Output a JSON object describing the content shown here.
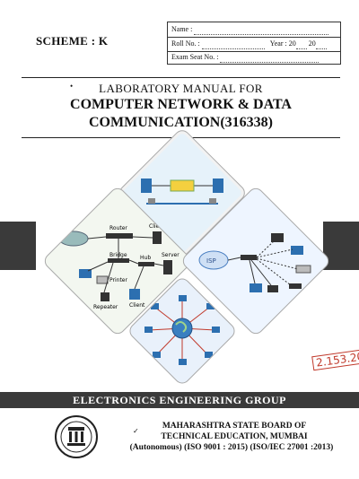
{
  "header": {
    "scheme": "SCHEME : K",
    "name_label": "Name :",
    "roll_label": "Roll No. :",
    "year_label": "Year : 20",
    "year_mid": "20",
    "seat_label": "Exam Seat No. :"
  },
  "title_block": {
    "subtitle": "LABORATORY MANUAL FOR",
    "title_line1": "COMPUTER NETWORK & DATA",
    "title_line2": "COMMUNICATION(316338)"
  },
  "diagram_labels": {
    "router": "Router",
    "client": "Client",
    "bridge": "Bridge",
    "hub": "Hub",
    "server": "Server",
    "printer": "Printer",
    "repeater": "Repeater",
    "client2": "Client",
    "isp": "ISP"
  },
  "stamp": "2.153.20",
  "group_band": "ELECTRONICS ENGINEERING GROUP",
  "footer": {
    "board_line1": "MAHARASHTRA STATE BOARD OF",
    "board_line2": "TECHNICAL EDUCATION, MUMBAI",
    "board_line3": "(Autonomous) (ISO 9001 : 2015) (ISO/IEC 27001 :2013)"
  }
}
